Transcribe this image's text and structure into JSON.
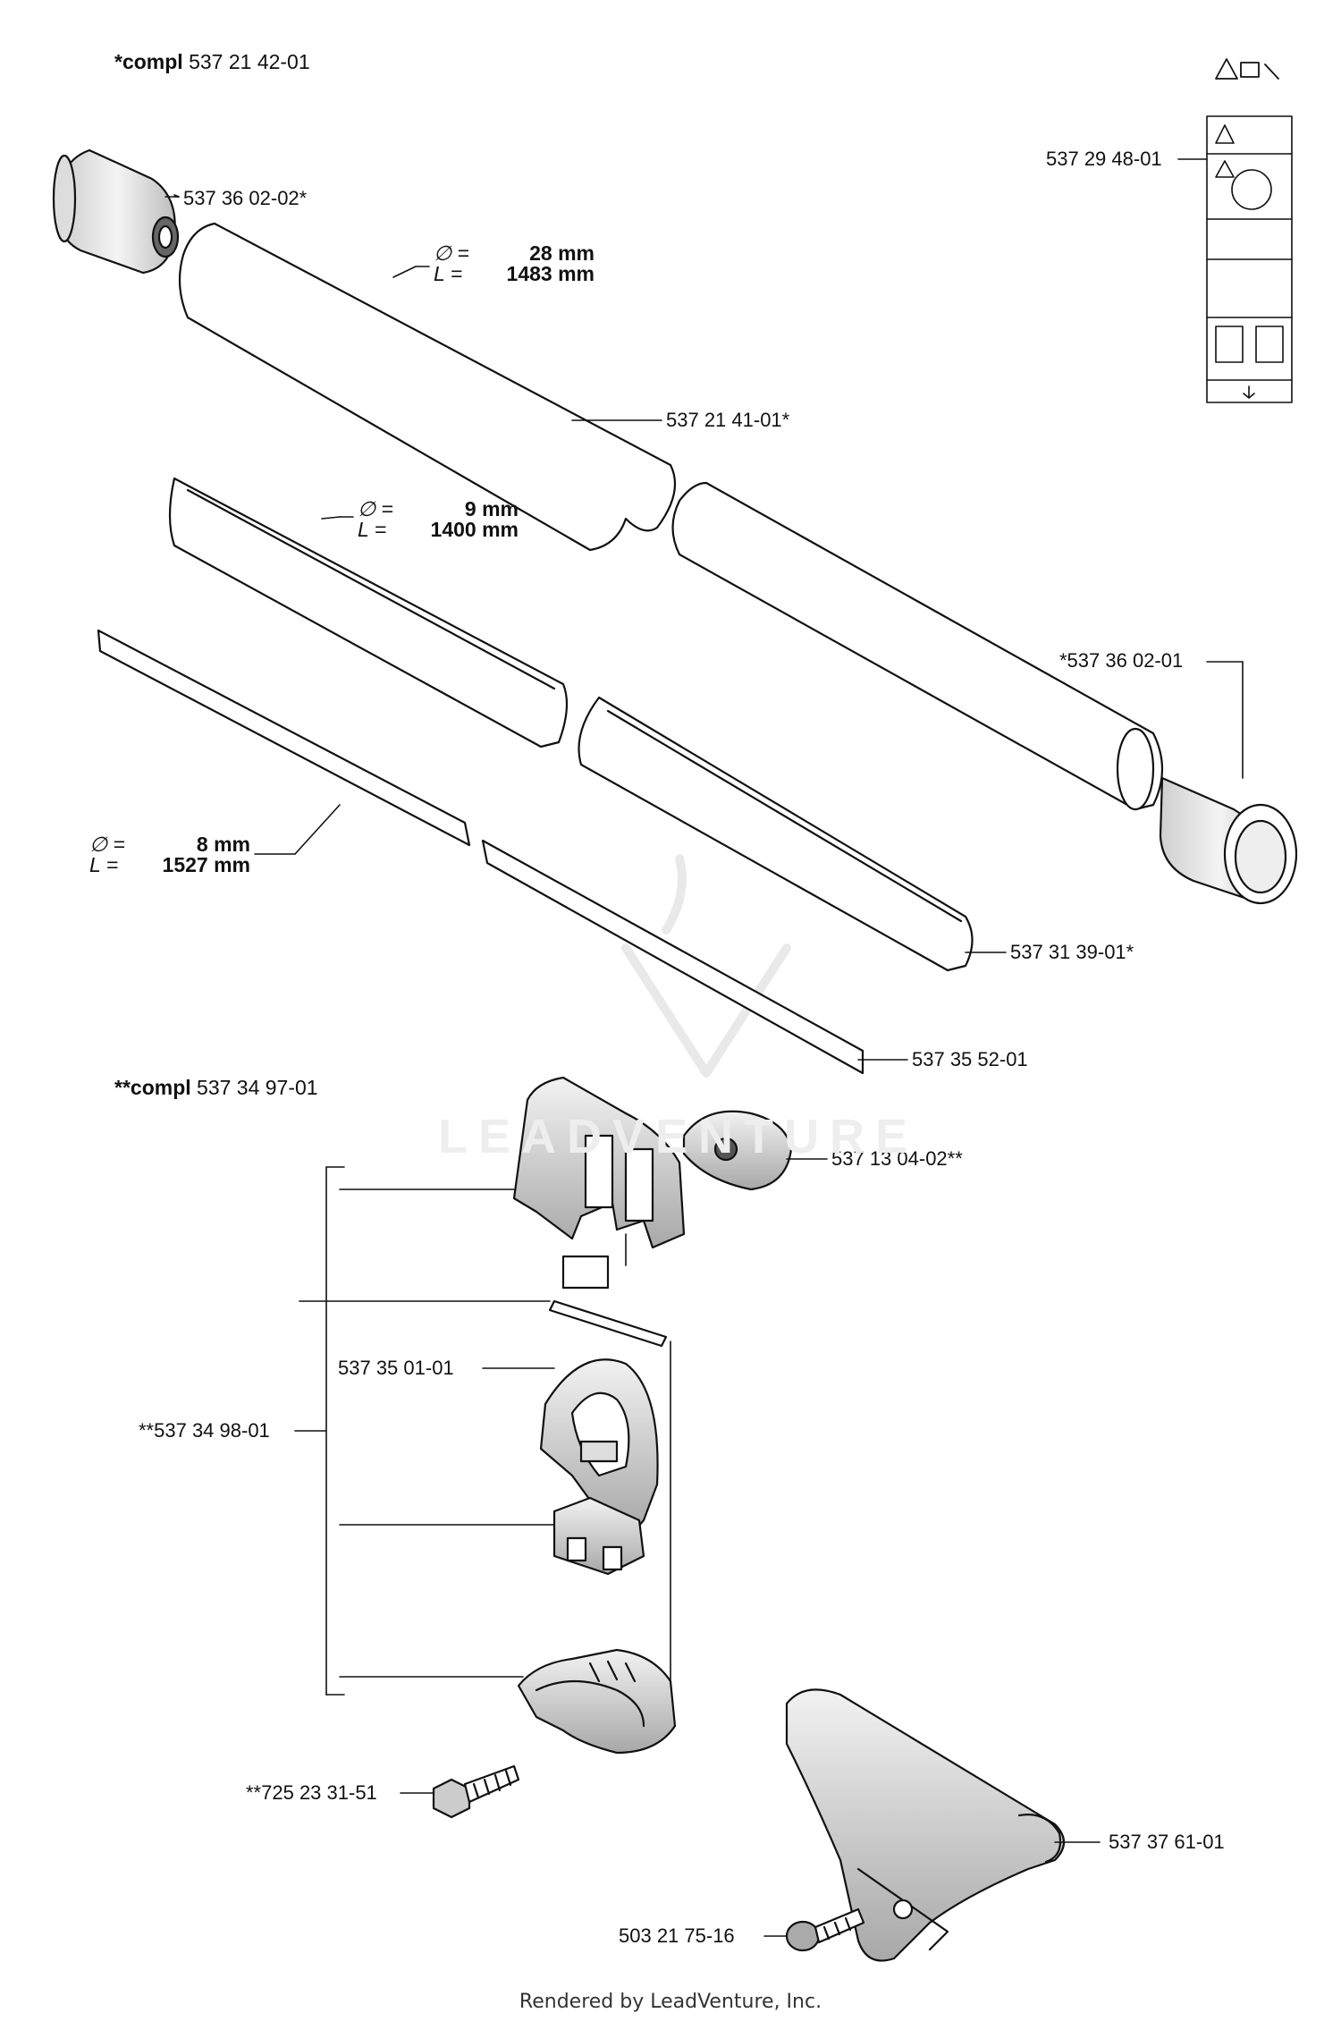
{
  "assembly1": {
    "prefix": "*compl",
    "number": "537 21 42-01"
  },
  "assembly2": {
    "prefix": "**compl",
    "number": "537 34 97-01"
  },
  "parts": {
    "end_cap_top": "537 36 02-02*",
    "tube": "537 21 41-01*",
    "end_cap_bottom": "*537 36 02-01",
    "liner": "537 31 39-01*",
    "shaft": "537 35 52-01",
    "decal": "537 29 48-01",
    "nut_plate": "537 13 04-02**",
    "handle_loop": "537 35 01-01",
    "handle_assembly": "**537 34 98-01",
    "bolt": "**725 23 31-51",
    "guard_bracket": "537 37 61-01",
    "screw": "503 21 75-16"
  },
  "dims": {
    "tube": {
      "d_key": "∅ =",
      "d_val": "28 mm",
      "l_key": "L =",
      "l_val": "1483 mm"
    },
    "liner": {
      "d_key": "∅ =",
      "d_val": "9 mm",
      "l_key": "L =",
      "l_val": "1400 mm"
    },
    "shaft": {
      "d_key": "∅ =",
      "d_val": "8 mm",
      "l_key": "L =",
      "l_val": "1527 mm"
    }
  },
  "watermark": "LEADVENTURE",
  "footer": "Rendered by LeadVenture, Inc."
}
